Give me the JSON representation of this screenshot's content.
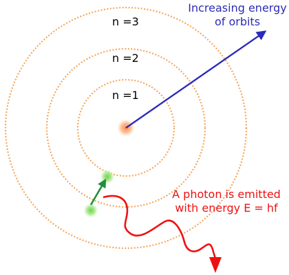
{
  "diagram": {
    "orbits": [
      {
        "label": "n =1"
      },
      {
        "label": "n =2"
      },
      {
        "label": "n =3"
      }
    ],
    "energy_arrow": {
      "line1": "Increasing energy",
      "line2": "of orbits"
    },
    "photon": {
      "line1": "A photon is emitted",
      "line2": "with energy E = hf"
    },
    "colors": {
      "orbit": "#f5a65b",
      "nucleus": "#ff8a4c",
      "electron": "#8fe06a",
      "energy_arrow": "#2b2bb8",
      "transition_arrow": "#1f8f3a",
      "photon": "#ee1111"
    }
  }
}
